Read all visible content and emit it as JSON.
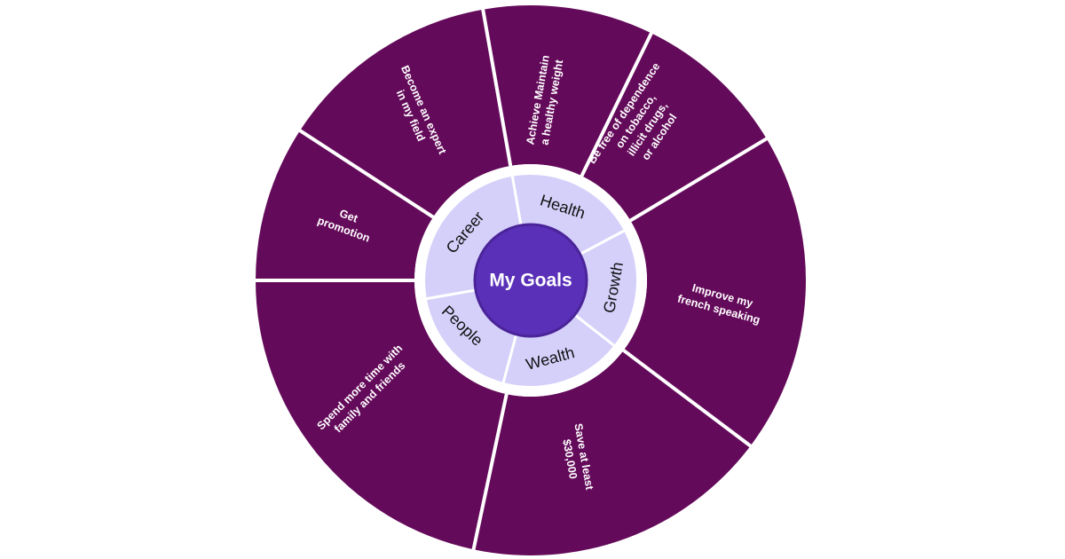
{
  "center": {
    "label": "My Goals"
  },
  "colors": {
    "outer": "#640a5a",
    "inner": "#d5d0fa",
    "core": "#5a30b8",
    "core_border": "#4a2498",
    "divider": "#ffffff"
  },
  "categories": [
    {
      "id": "health",
      "label": "Health"
    },
    {
      "id": "growth",
      "label": "Growth"
    },
    {
      "id": "wealth",
      "label": "Wealth"
    },
    {
      "id": "people",
      "label": "People"
    },
    {
      "id": "career",
      "label": "Career"
    }
  ],
  "goals": [
    {
      "id": "healthy-weight",
      "category": "health",
      "lines": [
        "Achieve Maintain",
        "a healthy weight"
      ]
    },
    {
      "id": "free-of-dependence",
      "category": "health",
      "lines": [
        "Be free of dependence",
        "on tobacco,",
        "illicit drugs,",
        "or alcohol"
      ]
    },
    {
      "id": "french-speaking",
      "category": "growth",
      "lines": [
        "Improve my",
        "french speaking"
      ]
    },
    {
      "id": "save-money",
      "category": "wealth",
      "lines": [
        "Save at least",
        "$30,000"
      ]
    },
    {
      "id": "family-time",
      "category": "people",
      "lines": [
        "Spend more time with",
        "family and friends"
      ]
    },
    {
      "id": "get-promotion",
      "category": "career",
      "lines": [
        "Get",
        "promotion"
      ]
    },
    {
      "id": "become-expert",
      "category": "career",
      "lines": [
        "Become an expert",
        "in my field"
      ]
    }
  ]
}
